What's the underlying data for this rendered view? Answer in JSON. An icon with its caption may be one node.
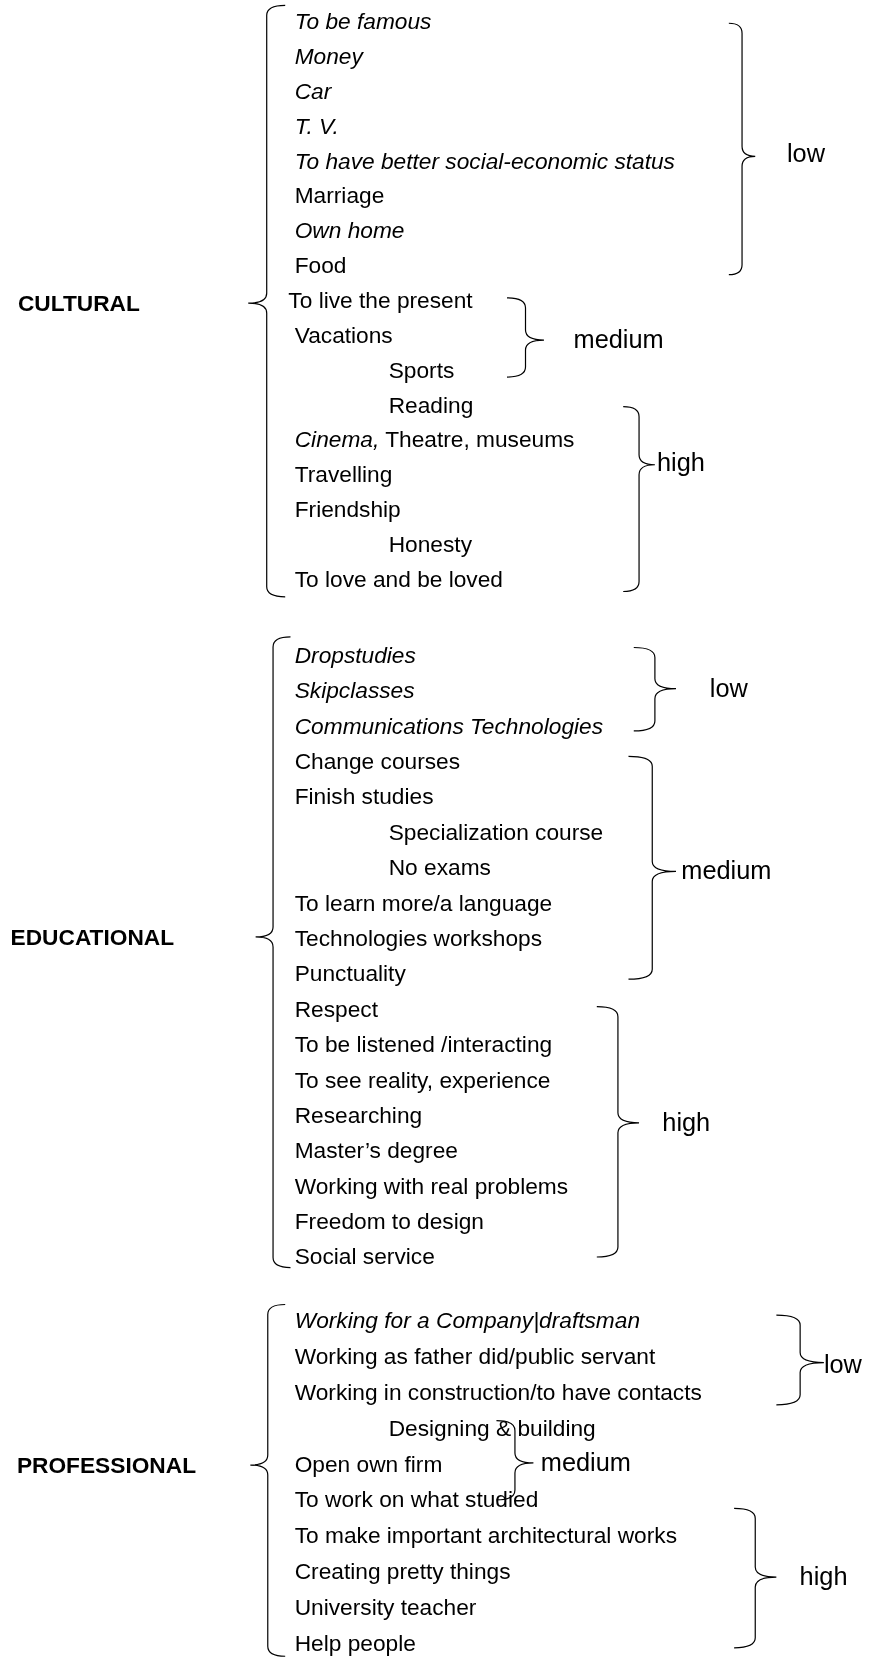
{
  "diagram": {
    "labels": [
      "To be famous",
      "Money",
      "Car",
      "T. V.",
      "To have better social-economic status",
      "low",
      "Marriage",
      "Own home",
      "Food",
      "CULTURAL",
      "To live the present",
      "Vacations",
      "medium",
      "Sports",
      "Reading",
      "*Cinema,* Theatre, museums",
      "high",
      "Travelling",
      "Friendship",
      "Honesty",
      "To love and be loved",
      "Dropstudies",
      "Skipclasses",
      "low",
      "Communications Technologies",
      "Change courses",
      "Finish studies",
      "Specialization course",
      "No exams",
      "medium",
      "To learn more/a language",
      "EDUCATIONAL",
      "Technologies workshops",
      "Punctuality",
      "Respect",
      "To be listened /interacting",
      "To see reality, experience",
      "Researching",
      "high",
      "Master’s degree",
      "Working with real problems",
      "Freedom to design",
      "Social service",
      "Working for a Company|draftsman",
      "Working as father did/public servant",
      "low",
      "Working in construction/to have contacts",
      "Designing & building",
      "PROFESSIONAL",
      "Open own firm",
      "medium",
      "To work on what studied",
      "To make important architectural works",
      "Creating pretty things",
      "high",
      "University teacher",
      "Help people"
    ]
  }
}
